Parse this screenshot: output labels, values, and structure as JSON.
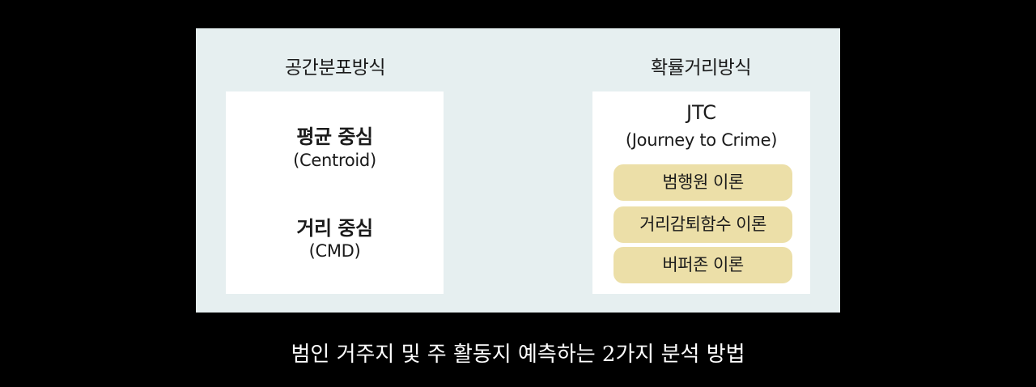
{
  "left_column": {
    "title": "공간분포방식",
    "items": [
      {
        "name": "평균 중심",
        "sub": "(Centroid)"
      },
      {
        "name": "거리 중심",
        "sub": "(CMD)"
      }
    ]
  },
  "right_column": {
    "title": "확률거리방식",
    "heading": "JTC",
    "heading_sub": "(Journey to Crime)",
    "pills": [
      "범행원 이론",
      "거리감퇴함수 이론",
      "버퍼존 이론"
    ]
  },
  "caption": "범인 거주지 및 주 활동지 예측하는 2가지 분석 방법",
  "colors": {
    "background": "#000000",
    "panel": "#e6eff0",
    "card": "#ffffff",
    "pill": "#ecdfa8",
    "caption_text": "#ffffff"
  }
}
